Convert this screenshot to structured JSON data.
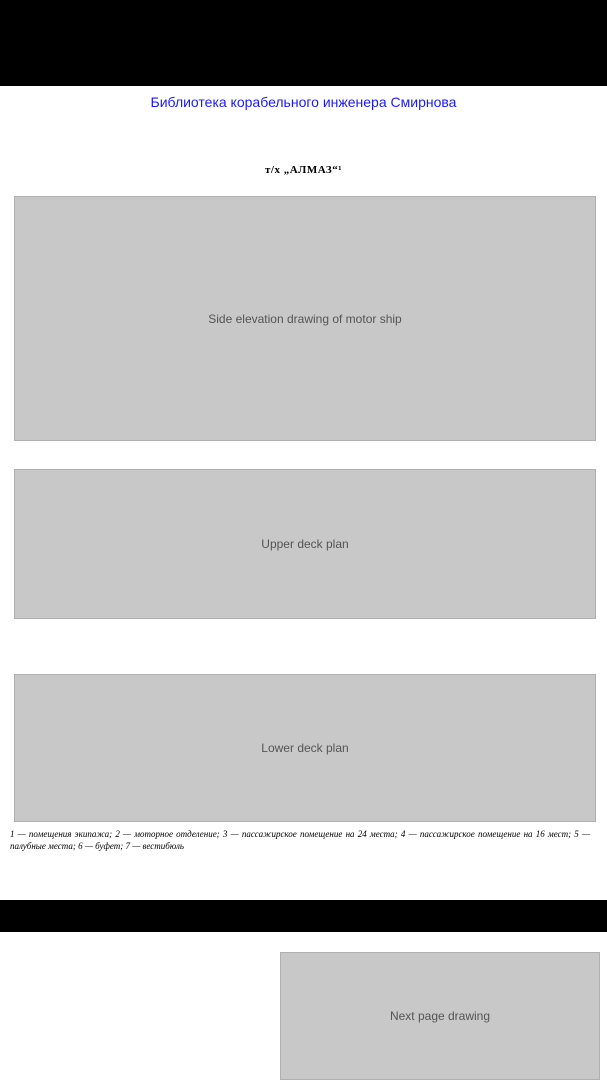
{
  "header": "Библиотека корабельного инженера Смирнова",
  "title": "т/х „АЛМАЗ“¹",
  "drawings": {
    "side_view": "Side elevation drawing of motor ship",
    "upper_deck": "Upper deck plan",
    "lower_deck": "Lower deck plan",
    "next_page": "Next page drawing"
  },
  "caption": "1 — помещения экипажа; 2 — моторное отделение; 3 — пассажирское помещение на 24 места; 4 — пассажирское помещение на 16 мест; 5 — палубные места; 6 — буфет; 7 — вестибюль"
}
